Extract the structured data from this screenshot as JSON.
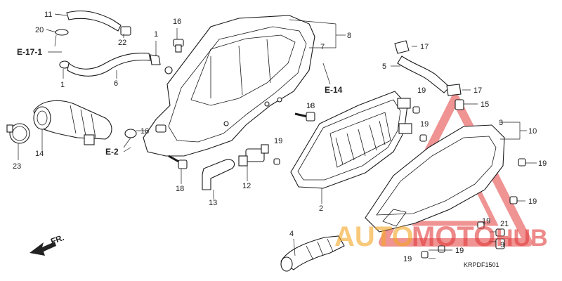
{
  "diagram": {
    "part_labels": {
      "p1a": "1",
      "p1b": "1",
      "p2": "2",
      "p3": "3",
      "p4": "4",
      "p5": "5",
      "p6": "6",
      "p7": "7",
      "p8": "8",
      "p9": "9",
      "p10": "10",
      "p11": "11",
      "p12": "12",
      "p13": "13",
      "p14": "14",
      "p15": "15",
      "p16a": "16",
      "p16b": "16",
      "p17a": "17",
      "p17b": "17",
      "p18a": "18",
      "p18b": "18",
      "p19a": "19",
      "p19b": "19",
      "p19c": "19",
      "p19d": "19",
      "p19e": "19",
      "p19f": "19",
      "p19g": "19",
      "p19h": "19",
      "p20": "20",
      "p21": "21",
      "p22": "22",
      "p23": "23"
    },
    "section_refs": {
      "e17_1": "E-17-1",
      "e14": "E-14",
      "e2": "E-2"
    },
    "direction": "FR.",
    "diagram_code": "KRPDF1501",
    "watermark": {
      "text_a": "AUTO",
      "text_b": "MOTO",
      "text_c": "HUB",
      "color_a": "#f5a623",
      "color_b": "#e23c3c",
      "color_c": "#e23c3c"
    }
  }
}
